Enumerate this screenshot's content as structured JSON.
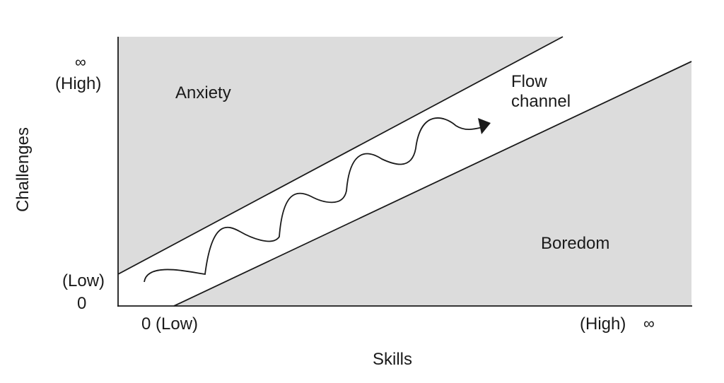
{
  "diagram": {
    "x_axis": {
      "title": "Skills",
      "low_label": "0 (Low)",
      "high_label": "(High)",
      "high_symbol": "∞"
    },
    "y_axis": {
      "title": "Challenges",
      "low_label": "(Low)",
      "low_value": "0",
      "high_label": "(High)",
      "high_symbol": "∞"
    },
    "regions": {
      "anxiety": "Anxiety",
      "flow_line1": "Flow",
      "flow_line2": "channel",
      "boredom": "Boredom"
    },
    "colors": {
      "region_fill": "#dcdcdc",
      "line": "#1a1a1a",
      "channel_fill": "#ffffff"
    }
  }
}
